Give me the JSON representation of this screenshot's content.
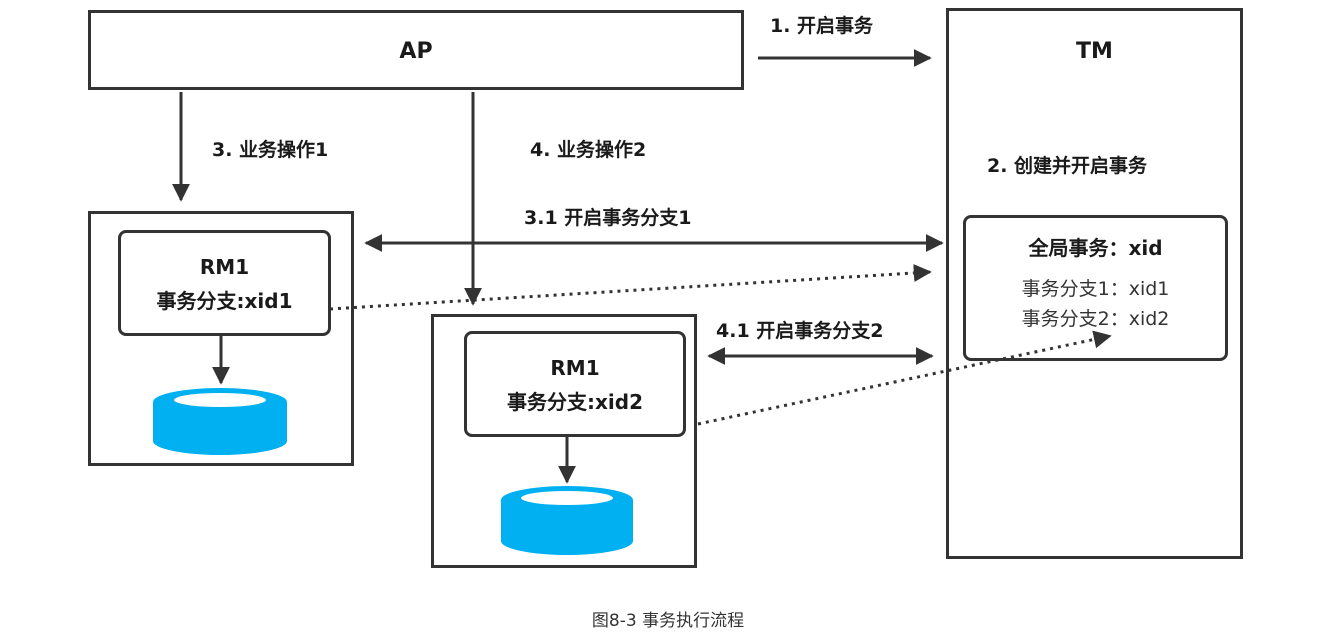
{
  "ap": {
    "title": "AP"
  },
  "tm": {
    "title": "TM",
    "create_label": "2. 创建并开启事务",
    "global": {
      "title": "全局事务：xid",
      "branch1": "事务分支1：xid1",
      "branch2": "事务分支2：xid2"
    }
  },
  "rm_left": {
    "name": "RM1",
    "branch": "事务分支:xid1"
  },
  "rm_mid": {
    "name": "RM1",
    "branch": "事务分支:xid2"
  },
  "arrows": {
    "begin_tx": "1. 开启事务",
    "op1": "3. 业务操作1",
    "op2": "4. 业务操作2",
    "branch1": "3.1 开启事务分支1",
    "branch2": "4.1 开启事务分支2"
  },
  "caption": "图8-3 事务执行流程",
  "colors": {
    "database": "#00b0f0",
    "database_top": "#ffffff",
    "stroke": "#333333"
  },
  "icons": {
    "database": "database-icon"
  }
}
